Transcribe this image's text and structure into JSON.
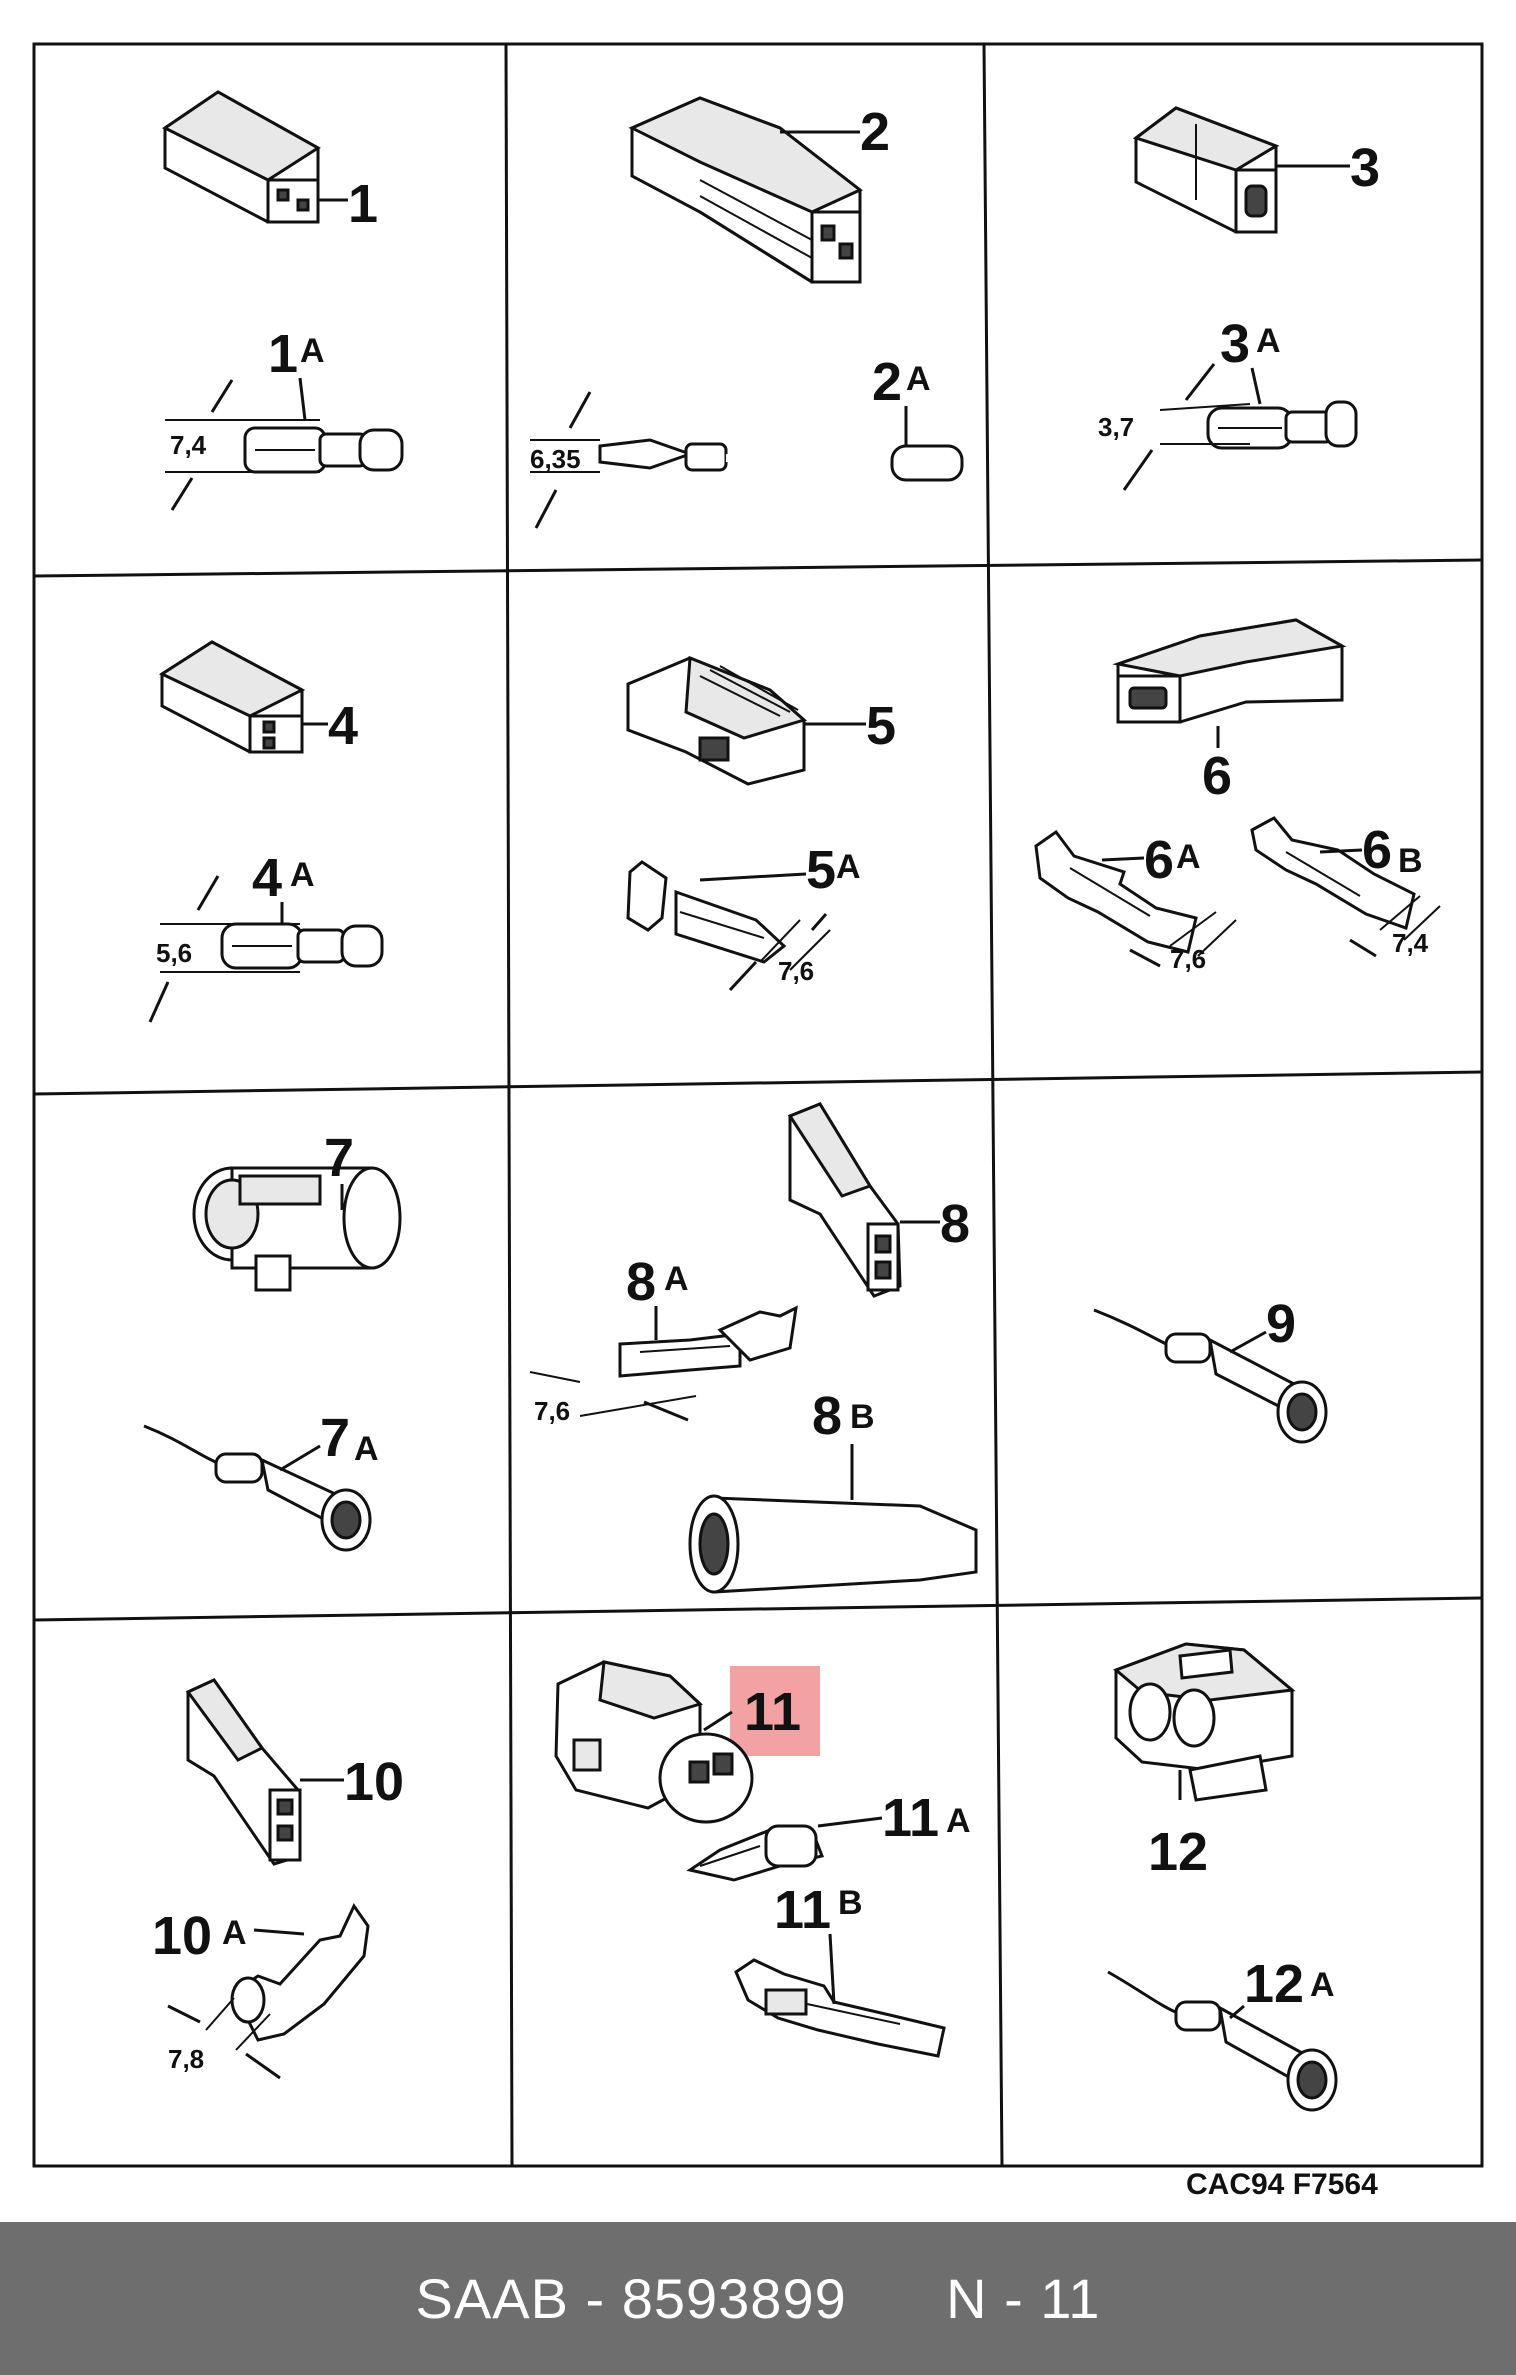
{
  "diagram": {
    "code": "CAC94 F7564",
    "cells": [
      {
        "id": "1",
        "label": "1",
        "sub_main": "1",
        "sub_suffix": "A",
        "dimension": "7,4"
      },
      {
        "id": "2",
        "label": "2",
        "sub_main": "2",
        "sub_suffix": "A",
        "dimension": "6,35"
      },
      {
        "id": "3",
        "label": "3",
        "sub_main": "3",
        "sub_suffix": "A",
        "dimension": "3,7"
      },
      {
        "id": "4",
        "label": "4",
        "sub_main": "4",
        "sub_suffix": "A",
        "dimension": "5,6"
      },
      {
        "id": "5",
        "label": "5",
        "sub_main": "5",
        "sub_suffix": "A",
        "dimension": "7,6"
      },
      {
        "id": "6",
        "label": "6",
        "sub_a_main": "6",
        "sub_a_suffix": "A",
        "sub_b_main": "6",
        "sub_b_suffix": "B",
        "dimension_a": "7,6",
        "dimension_b": "7,4"
      },
      {
        "id": "7",
        "label": "7",
        "sub_main": "7",
        "sub_suffix": "A"
      },
      {
        "id": "8",
        "label": "8",
        "sub_a_main": "8",
        "sub_a_suffix": "A",
        "sub_b_main": "8",
        "sub_b_suffix": "B",
        "dimension": "7,6"
      },
      {
        "id": "9",
        "label": "9"
      },
      {
        "id": "10",
        "label": "10",
        "sub_main": "10",
        "sub_suffix": "A",
        "dimension": "7,8"
      },
      {
        "id": "11",
        "label": "11",
        "sub_a_main": "11",
        "sub_a_suffix": "A",
        "sub_b_main": "11",
        "sub_b_suffix": "B",
        "highlighted": true
      },
      {
        "id": "12",
        "label": "12",
        "sub_main": "12",
        "sub_suffix": "A"
      }
    ],
    "highlight_color": "#f3a2a4"
  },
  "footer": {
    "brand": "SAAB",
    "separator": " - ",
    "part_number": "8593899",
    "position": "N - 11",
    "background": "#6e6e6e"
  }
}
